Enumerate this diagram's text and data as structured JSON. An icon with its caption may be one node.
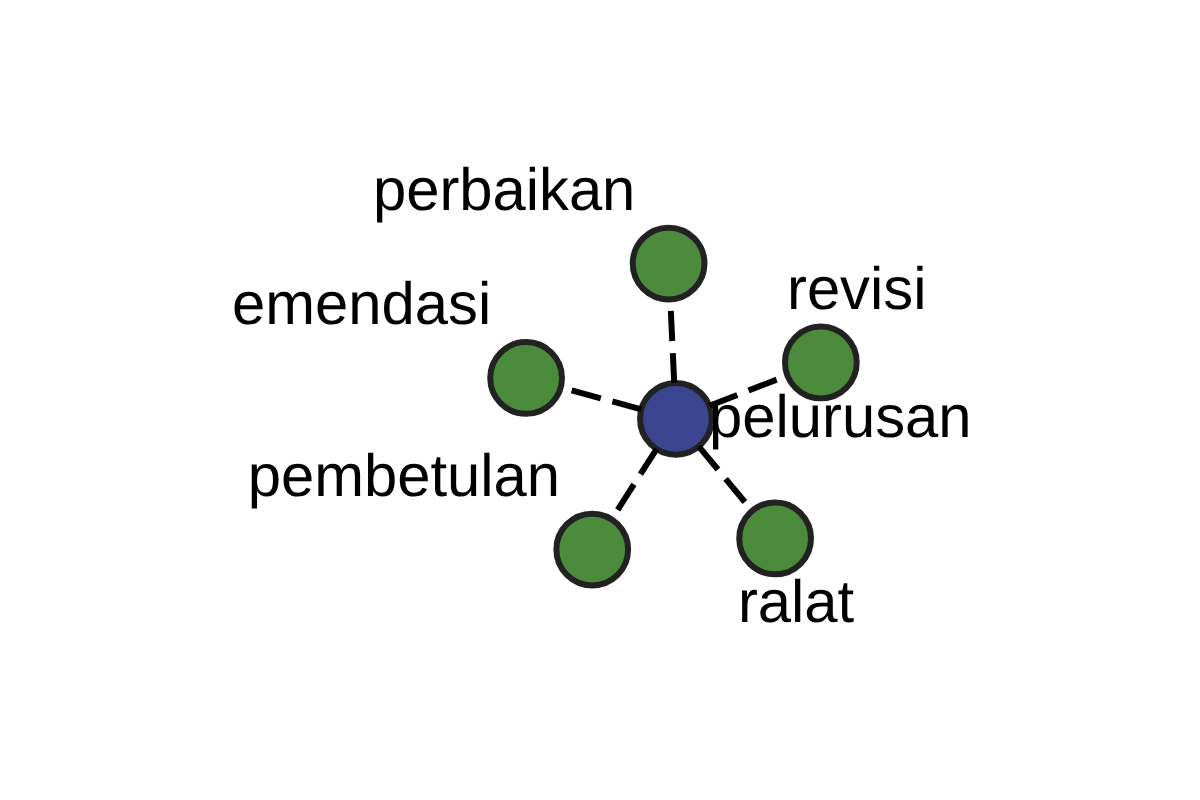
{
  "diagram": {
    "nodes": [
      {
        "text": [
          "pelurusan"
        ]
      },
      {
        "text": [
          "ralat"
        ]
      },
      {
        "text": [
          "pembetulan"
        ]
      },
      {
        "text": [
          "emendasi"
        ]
      },
      {
        "text": [
          "revisi"
        ]
      },
      {
        "text": [
          "perbaikan"
        ]
      }
    ],
    "edges": [
      {
        "from": 0,
        "to": 1,
        "arrow": "none",
        "style": "dashed"
      },
      {
        "from": 0,
        "to": 2,
        "arrow": "none",
        "style": "dashed"
      },
      {
        "from": 0,
        "to": 3,
        "arrow": "none",
        "style": "dashed"
      },
      {
        "from": 0,
        "to": 4,
        "arrow": "none",
        "style": "dashed"
      },
      {
        "from": 0,
        "to": 5,
        "arrow": "none",
        "style": "dashed"
      }
    ]
  }
}
